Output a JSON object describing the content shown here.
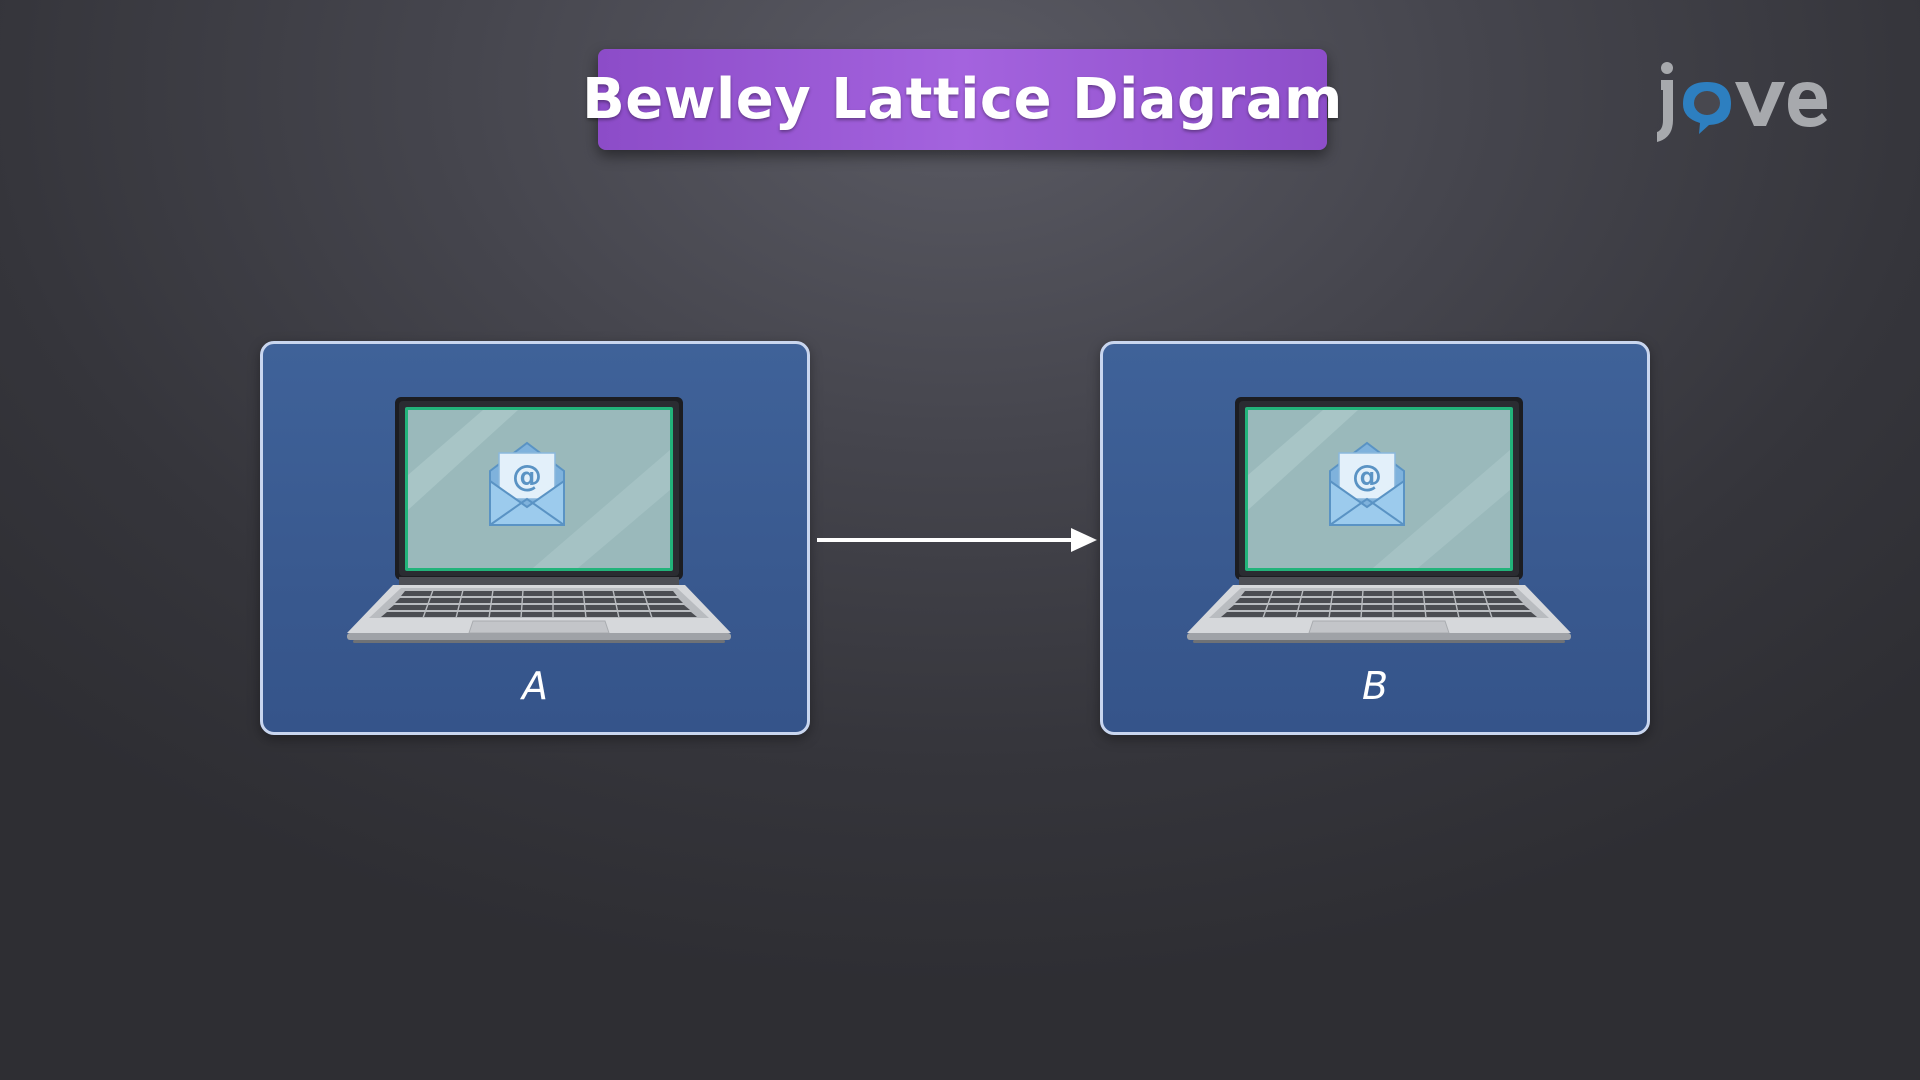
{
  "title": "Bewley Lattice Diagram",
  "logo": {
    "text": "jove",
    "icon": "jove-logo-icon"
  },
  "nodes": [
    {
      "label": "A",
      "icon": "laptop-email-icon"
    },
    {
      "label": "B",
      "icon": "laptop-email-icon"
    }
  ],
  "edge": {
    "from": "A",
    "to": "B",
    "icon": "arrow-right-icon"
  },
  "colors": {
    "banner": "#a463de",
    "node_fill": "#3a5a90",
    "node_border": "#c9d6ef",
    "screen": "#9bbcbc",
    "arrow": "#ffffff"
  }
}
